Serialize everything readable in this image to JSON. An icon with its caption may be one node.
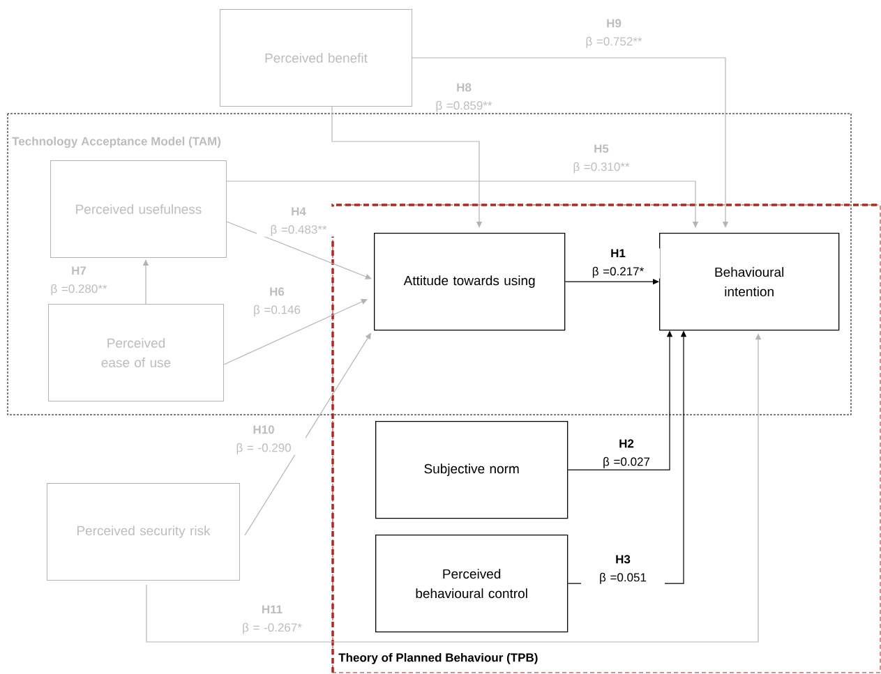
{
  "diagram": {
    "nodes": [
      {
        "text": [
          "Perceived benefit"
        ]
      },
      {
        "text": [
          "Technology Acceptance Model (TAM)"
        ]
      },
      {
        "text": [
          "Perceived usefulness"
        ],
        "in": 1
      },
      {
        "text": [
          "Theory of Planned Behaviour (TPB)"
        ]
      },
      {
        "text": [
          "Attitude towards using"
        ]
      },
      {
        "text": [
          "Behavioural intention"
        ]
      },
      {
        "text": [
          "Perceived ease of use"
        ],
        "in": 1
      },
      {
        "text": [
          "Subjective norm"
        ],
        "in": 3
      },
      {
        "text": [
          "Perceived security risk"
        ]
      },
      {
        "text": [
          "Perceived behavioural control"
        ],
        "in": 3
      }
    ],
    "edges": [
      {
        "from": 4,
        "to": 5,
        "arrow": "to",
        "label": "**H1** β =0.217*",
        "color": "#000000"
      },
      {
        "from": 7,
        "to": 5,
        "arrow": "to",
        "label": "**H2** β =0.027",
        "color": "#000000"
      },
      {
        "from": 9,
        "to": 5,
        "arrow": "to",
        "label": "**H3** β =0.051",
        "color": "#000000"
      },
      {
        "from": 2,
        "to": 4,
        "arrow": "to",
        "label": "**H4** β =0.483**"
      },
      {
        "from": 2,
        "to": 5,
        "arrow": "to",
        "label": "**H5** β =0.310**"
      },
      {
        "from": 6,
        "to": 4,
        "arrow": "to",
        "label": "**H6** β =0.146"
      },
      {
        "from": 6,
        "to": 2,
        "arrow": "to",
        "label": "**H7** β =0.280**"
      },
      {
        "from": 0,
        "to": 4,
        "arrow": "to",
        "label": "**H8** β =0.859**"
      },
      {
        "from": 0,
        "to": 5,
        "arrow": "to",
        "label": "**H9** β =0.752**"
      },
      {
        "from": 8,
        "to": 4,
        "arrow": "to",
        "label": "**H10** β = -0.290"
      },
      {
        "from": 8,
        "to": 5,
        "arrow": "to",
        "label": "**H11** β = -0.267*"
      }
    ]
  }
}
